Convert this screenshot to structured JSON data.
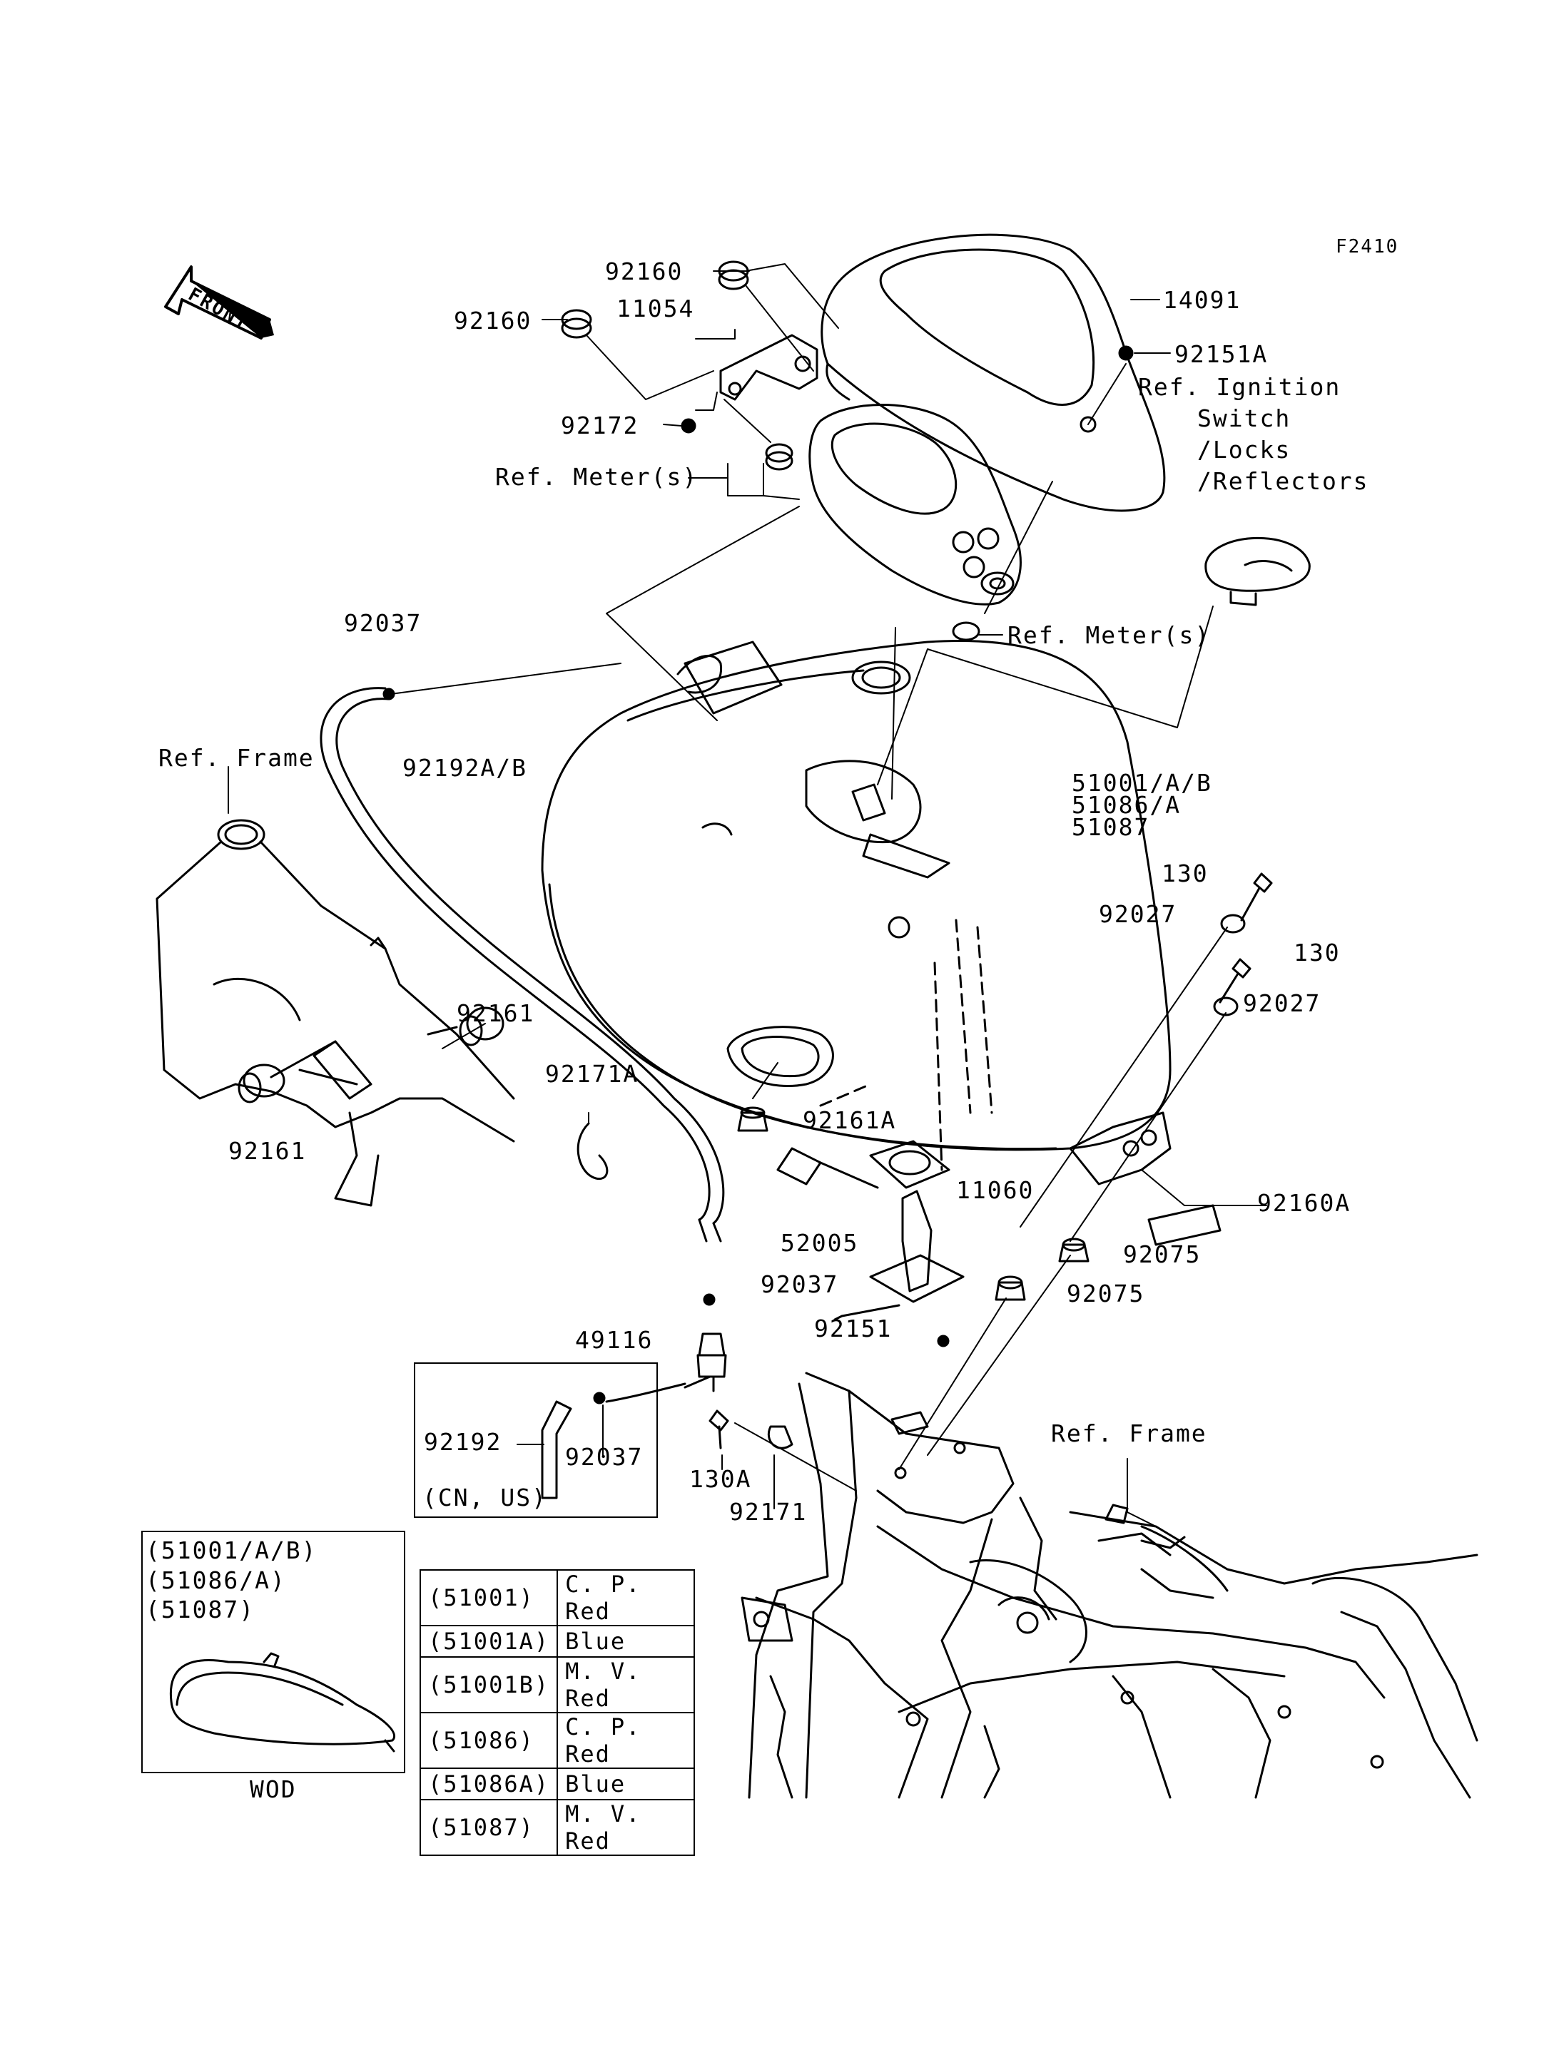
{
  "figure_code": "F2410",
  "front_arrow": {
    "text": "FRONT",
    "icon": "front-arrow-icon"
  },
  "parts": {
    "p_92160_top": "92160",
    "p_92160_left": "92160",
    "p_14091": "14091",
    "p_11054": "11054",
    "p_92151A": "92151A",
    "p_92172": "92172",
    "ref_ignition": [
      "Ref. Ignition",
      "Switch",
      "/Locks",
      "/Reflectors"
    ],
    "ref_meter_1": "Ref. Meter(s)",
    "ref_meter_2": "Ref. Meter(s)",
    "p_92037_top": "92037",
    "p_92192AB": "92192A/B",
    "ref_frame_left": "Ref. Frame",
    "p_92161_right": "92161",
    "p_92161_left": "92161",
    "p_tank": [
      "51001/A/B",
      "51086/A",
      "51087"
    ],
    "p_130_top": "130",
    "p_92027_top": "92027",
    "p_130_mid": "130",
    "p_92027_mid": "92027",
    "p_92171A": "92171A",
    "p_92161A": "92161A",
    "p_11060": "11060",
    "p_92160A": "92160A",
    "p_52005": "52005",
    "p_92075_top": "92075",
    "p_92037_mid": "92037",
    "p_92075_bot": "92075",
    "p_92151": "92151",
    "p_49116": "49116",
    "p_92192": "92192",
    "p_92037_box": "92037",
    "cn_us": "(CN, US)",
    "p_130A": "130A",
    "p_92171": "92171",
    "ref_frame_right": "Ref. Frame"
  },
  "wod_box": {
    "lines": [
      "(51001/A/B)",
      "(51086/A)",
      "(51087)"
    ],
    "caption": "WOD"
  },
  "color_table": [
    {
      "code": "(51001)",
      "color": "C. P. Red"
    },
    {
      "code": "(51001A)",
      "color": "Blue"
    },
    {
      "code": "(51001B)",
      "color": "M. V. Red"
    },
    {
      "code": "(51086)",
      "color": "C. P. Red"
    },
    {
      "code": "(51086A)",
      "color": "Blue"
    },
    {
      "code": "(51087)",
      "color": "M. V. Red"
    }
  ]
}
